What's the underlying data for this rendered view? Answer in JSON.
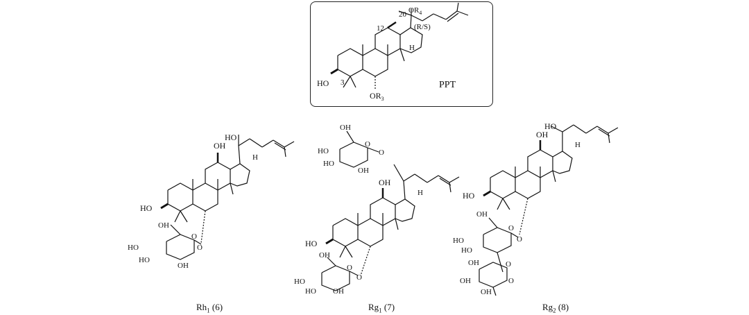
{
  "ppt": {
    "name": "PPT",
    "c20_label": "20",
    "c12_label": "12",
    "c3_label": "3",
    "stereo_label": "(R/S)",
    "ho": "HO",
    "or4": "OR",
    "or4_sub": "4",
    "or3": "OR",
    "or3_sub": "3",
    "h": "H"
  },
  "compounds": [
    {
      "name": "Rh",
      "sub": "1",
      "number": "(6)",
      "labels": {
        "oh_12": "OH",
        "ho_20": "HO",
        "ho_3": "HO",
        "h": "H",
        "glc_oh1": "OH",
        "glc_oh2": "HO",
        "glc_oh3": "HO",
        "glc_oh4": "OH",
        "glc_o": "O",
        "glc_link_o": "O"
      }
    },
    {
      "name": "Rg",
      "sub": "1",
      "number": "(7)",
      "labels": {
        "oh_12": "OH",
        "ho_3": "HO",
        "h": "H",
        "glc_top_oh1": "OH",
        "glc_top_oh2": "HO",
        "glc_top_oh3": "HO",
        "glc_top_oh4": "OH",
        "glc_top_o": "O",
        "glc_top_link_o": "O",
        "glc_bot_oh1": "OH",
        "glc_bot_oh2": "HO",
        "glc_bot_oh3": "HO",
        "glc_bot_oh4": "OH",
        "glc_bot_o": "O",
        "glc_bot_link_o": "O"
      }
    },
    {
      "name": "Rg",
      "sub": "2",
      "number": "(8)",
      "labels": {
        "ho_20": "HO",
        "oh_12": "OH",
        "ho_3": "HO",
        "h": "H",
        "glc_oh1": "OH",
        "glc_oh2": "HO",
        "glc_oh3": "HO",
        "glc_o": "O",
        "glc_link_o": "O",
        "rha_oh1": "OH",
        "rha_oh2": "OH",
        "rha_oh3": "OH",
        "rha_o": "O",
        "rha_link_o": "O"
      }
    }
  ]
}
